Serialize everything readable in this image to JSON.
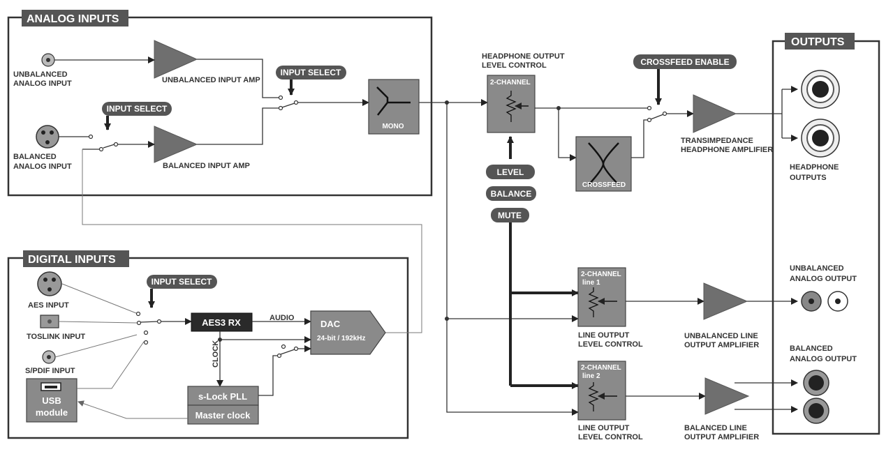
{
  "sections": {
    "analog_inputs": "ANALOG INPUTS",
    "digital_inputs": "DIGITAL INPUTS",
    "outputs": "OUTPUTS"
  },
  "inputs": {
    "unbalanced": [
      "UNBALANCED",
      "ANALOG INPUT"
    ],
    "balanced": [
      "BALANCED",
      "ANALOG INPUT"
    ],
    "aes": "AES INPUT",
    "toslink": "TOSLINK INPUT",
    "spdif": "S/PDIF INPUT",
    "usb": [
      "USB",
      "module"
    ]
  },
  "amps": {
    "unbalanced_input": "UNBALANCED INPUT AMP",
    "balanced_input": "BALANCED INPUT AMP",
    "transimpedance": [
      "TRANSIMPEDANCE",
      "HEADPHONE AMPLIFIER"
    ],
    "unbalanced_line": [
      "UNBALANCED LINE",
      "OUTPUT AMPLIFIER"
    ],
    "balanced_line": [
      "BALANCED LINE",
      "OUTPUT AMPLIFIER"
    ]
  },
  "controls": {
    "input_select": "INPUT SELECT",
    "crossfeed_enable": "CROSSFEED ENABLE",
    "level": "LEVEL",
    "balance": "BALANCE",
    "mute": "MUTE"
  },
  "blocks": {
    "mono": "MONO",
    "crossfeed": "CROSSFEED",
    "aes3rx": "AES3 RX",
    "dac": "DAC",
    "dac_spec": "24-bit / 192kHz",
    "slock": "s-Lock PLL",
    "master_clock": "Master clock",
    "two_channel": "2-CHANNEL",
    "line1": "line 1",
    "line2": "line 2"
  },
  "signals": {
    "audio": "AUDIO",
    "clock": "CLOCK"
  },
  "level_controls": {
    "headphone": [
      "HEADPHONE OUTPUT",
      "LEVEL CONTROL"
    ],
    "line": [
      "LINE OUTPUT",
      "LEVEL CONTROL"
    ]
  },
  "output_labels": {
    "headphone": [
      "HEADPHONE",
      "OUTPUTS"
    ],
    "unbalanced": [
      "UNBALANCED",
      "ANALOG OUTPUT"
    ],
    "balanced": [
      "BALANCED",
      "ANALOG OUTPUT"
    ]
  }
}
